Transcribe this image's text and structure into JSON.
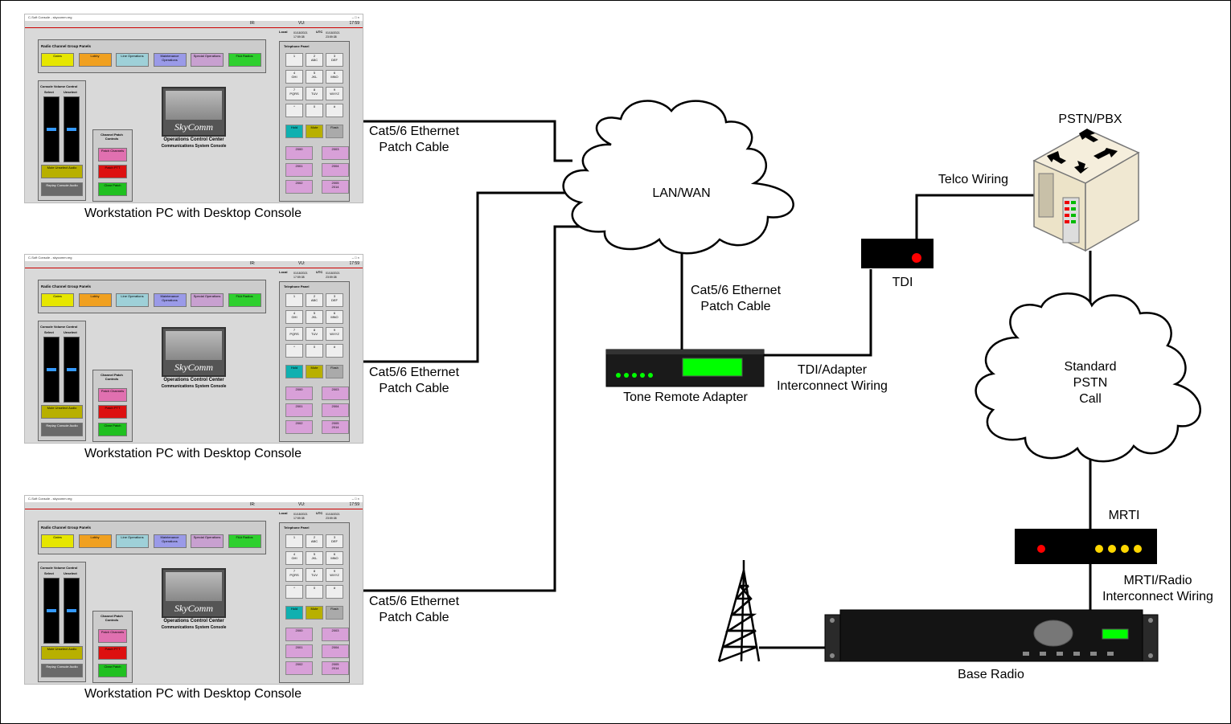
{
  "workstations": [
    {
      "label": "Workstation PC with Desktop Console"
    },
    {
      "label": "Workstation PC with Desktop Console"
    },
    {
      "label": "Workstation PC with Desktop Console"
    }
  ],
  "console": {
    "window_title": "C-Soft Console - skycomm.reg",
    "ir_label": "IR:",
    "vu_label": "VU:",
    "clock": "17:59",
    "local_label": "Local",
    "utc_label": "UTC",
    "local_date": "01/18/2021",
    "local_time": "17:59:38",
    "utc_date": "01/18/2021",
    "utc_time": "23:59:38",
    "radio_panel_title": "Radio Channel Group Panels",
    "radio_groups": [
      {
        "label": "Gates",
        "color": "#e6e600"
      },
      {
        "label": "Lobby",
        "color": "#f0a020"
      },
      {
        "label": "Line Operations",
        "color": "#9ed0d8"
      },
      {
        "label": "Maintenance Operations",
        "color": "#9a9ae8"
      },
      {
        "label": "Special Operations",
        "color": "#c8a0d0"
      },
      {
        "label": "FAA Radios",
        "color": "#2ed02e"
      }
    ],
    "volume_title": "Console Volume Control",
    "volume_select": "Select",
    "volume_unselect": "Unselect",
    "mute_unselect": "Mute Unselect Audio",
    "replay": "Replay Console Audio",
    "patch_title": "Channel Patch Controls",
    "patch_channels": "Patch Channels",
    "patch_ptt": "Patch PTT",
    "clear_patch": "Clear Patch",
    "logo_text": "SkyComm",
    "occ_title": "Operations Control Center",
    "occ_sub": "Communications System Console",
    "phone_title": "Telephone Panel",
    "keys": [
      "1",
      "2\nABC",
      "3\nDEF",
      "4\nGHI",
      "5\nJKL",
      "6\nMNO",
      "7\nPQRS",
      "8\nTUV",
      "9\nWXYZ",
      "*",
      "0",
      "#"
    ],
    "hold": "Hold",
    "mute": "Mute",
    "flash": "Flash",
    "lines": [
      "2000",
      "2003",
      "2001",
      "2004",
      "2002",
      "2005\n2014"
    ]
  },
  "cables": {
    "ws1": "Cat5/6 Ethernet\nPatch Cable",
    "ws2": "Cat5/6 Ethernet\nPatch Cable",
    "ws3": "Cat5/6 Ethernet\nPatch Cable",
    "adapter": "Cat5/6 Ethernet\nPatch Cable",
    "tdi_wiring": "TDI/Adapter\nInterconnect Wiring",
    "telco": "Telco Wiring",
    "mrti_wiring": "MRTI/Radio\nInterconnect Wiring"
  },
  "nodes": {
    "lan": "LAN/WAN",
    "pstn_call": "Standard\nPSTN\nCall",
    "pstn_pbx": "PSTN/PBX",
    "tdi": "TDI",
    "tone_adapter": "Tone Remote Adapter",
    "mrti": "MRTI",
    "base_radio": "Base Radio"
  },
  "colors": {
    "led_green": "#00ff00",
    "led_red": "#ff0000",
    "led_yellow": "#ffd700"
  }
}
